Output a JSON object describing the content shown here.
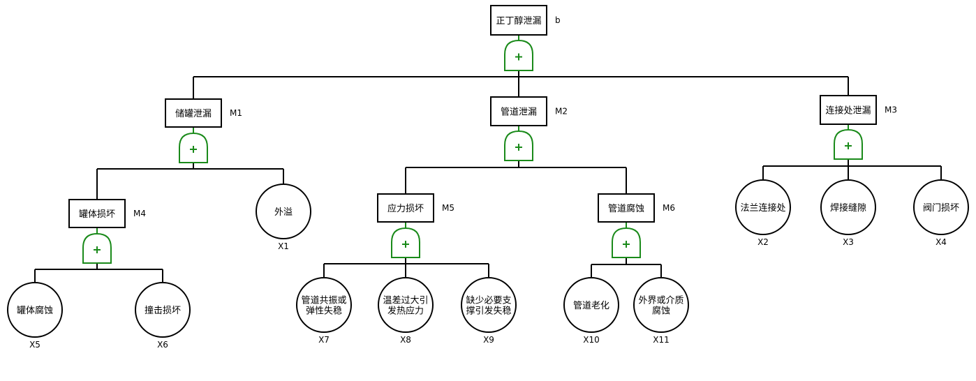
{
  "diagram": {
    "type": "fault-tree",
    "gate_type": "OR",
    "colors": {
      "line": "#000000",
      "gate": "#1a8a1a",
      "background": "#ffffff"
    },
    "top_event": {
      "id": "b",
      "label": "正丁醇泄漏",
      "code": "b",
      "gate": "OR"
    },
    "events": [
      {
        "id": "M1",
        "label": "储罐泄漏",
        "code": "M1",
        "parent": "b",
        "gate": "OR"
      },
      {
        "id": "M2",
        "label": "管道泄漏",
        "code": "M2",
        "parent": "b",
        "gate": "OR"
      },
      {
        "id": "M3",
        "label": "连接处泄漏",
        "code": "M3",
        "parent": "b",
        "gate": "OR"
      },
      {
        "id": "M4",
        "label": "罐体损坏",
        "code": "M4",
        "parent": "M1",
        "gate": "OR"
      },
      {
        "id": "M5",
        "label": "应力损坏",
        "code": "M5",
        "parent": "M2",
        "gate": "OR"
      },
      {
        "id": "M6",
        "label": "管道腐蚀",
        "code": "M6",
        "parent": "M2",
        "gate": "OR"
      }
    ],
    "basic_events": [
      {
        "id": "X1",
        "lines": [
          "外溢"
        ],
        "code": "X1",
        "parent": "M1"
      },
      {
        "id": "X2",
        "lines": [
          "法兰连接处"
        ],
        "code": "X2",
        "parent": "M3"
      },
      {
        "id": "X3",
        "lines": [
          "焊接缝隙"
        ],
        "code": "X3",
        "parent": "M3"
      },
      {
        "id": "X4",
        "lines": [
          "阀门损坏"
        ],
        "code": "X4",
        "parent": "M3"
      },
      {
        "id": "X5",
        "lines": [
          "罐体腐蚀"
        ],
        "code": "X5",
        "parent": "M4"
      },
      {
        "id": "X6",
        "lines": [
          "撞击损坏"
        ],
        "code": "X6",
        "parent": "M4"
      },
      {
        "id": "X7",
        "lines": [
          "管道共振或",
          "弹性失稳"
        ],
        "code": "X7",
        "parent": "M5"
      },
      {
        "id": "X8",
        "lines": [
          "温差过大引",
          "发热应力"
        ],
        "code": "X8",
        "parent": "M5"
      },
      {
        "id": "X9",
        "lines": [
          "缺少必要支",
          "撑引发失稳"
        ],
        "code": "X9",
        "parent": "M5"
      },
      {
        "id": "X10",
        "lines": [
          "管道老化"
        ],
        "code": "X10",
        "parent": "M6"
      },
      {
        "id": "X11",
        "lines": [
          "外界或介质",
          "腐蚀"
        ],
        "code": "X11",
        "parent": "M6"
      }
    ],
    "gate_symbol": "+"
  }
}
